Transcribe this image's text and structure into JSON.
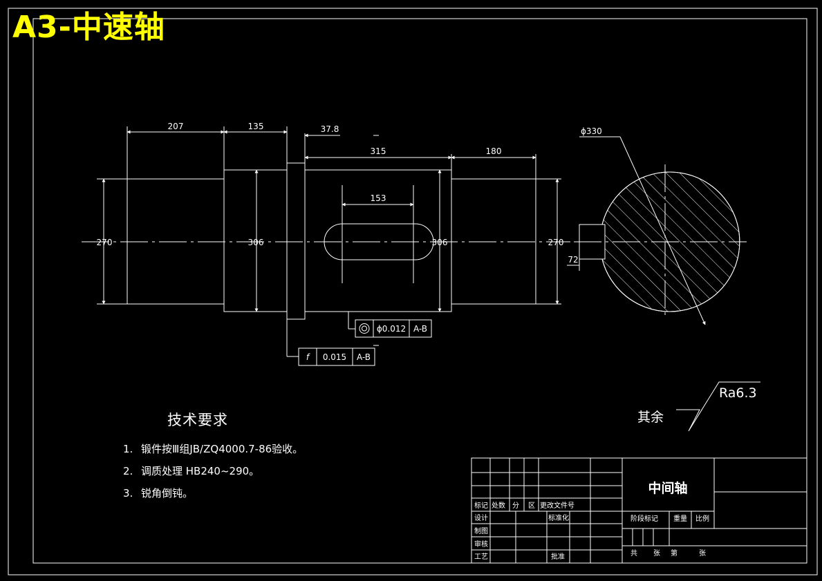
{
  "sheet_title": "A3-中速轴",
  "colors": {
    "title": "#ffff00",
    "lines": "#ffffff",
    "background": "#000000"
  },
  "dimensions": {
    "len_207": "207",
    "len_135": "135",
    "len_37_8": "37.8",
    "len_315": "315",
    "len_180": "180",
    "key_153": "153",
    "dia_270_left": "270",
    "dia_306_left": "306",
    "dia_306_right": "306",
    "dia_270_right": "270",
    "section_dia": "ϕ330",
    "section_key": "72"
  },
  "tolerances": {
    "coaxiality": {
      "value": "ϕ0.012",
      "datum": "A-B"
    },
    "runout": {
      "symbol": "f",
      "value": "0.015",
      "datum": "A-B"
    }
  },
  "roughness": {
    "value": "Ra6.3",
    "prefix": "其余"
  },
  "tech_requirements": {
    "heading": "技术要求",
    "items": [
      {
        "num": "1.",
        "text": "锻件按Ⅲ组JB/ZQ4000.7-86验收。"
      },
      {
        "num": "2.",
        "text": "调质处理 HB240~290。"
      },
      {
        "num": "3.",
        "text": "锐角倒钝。"
      }
    ]
  },
  "title_block": {
    "part_name": "中间轴",
    "rev_labels": [
      "标记",
      "处数",
      "分",
      "区",
      "更改文件号"
    ],
    "designer": "设计",
    "drawer": "制图",
    "checker": "审核",
    "process": "工艺",
    "standard": "标准化",
    "approve": "批准",
    "stage_mark": "阶段标记",
    "weight": "重量",
    "scale": "比例",
    "total": "共",
    "sheets": "张",
    "page": "第",
    "sheets2": "张"
  }
}
